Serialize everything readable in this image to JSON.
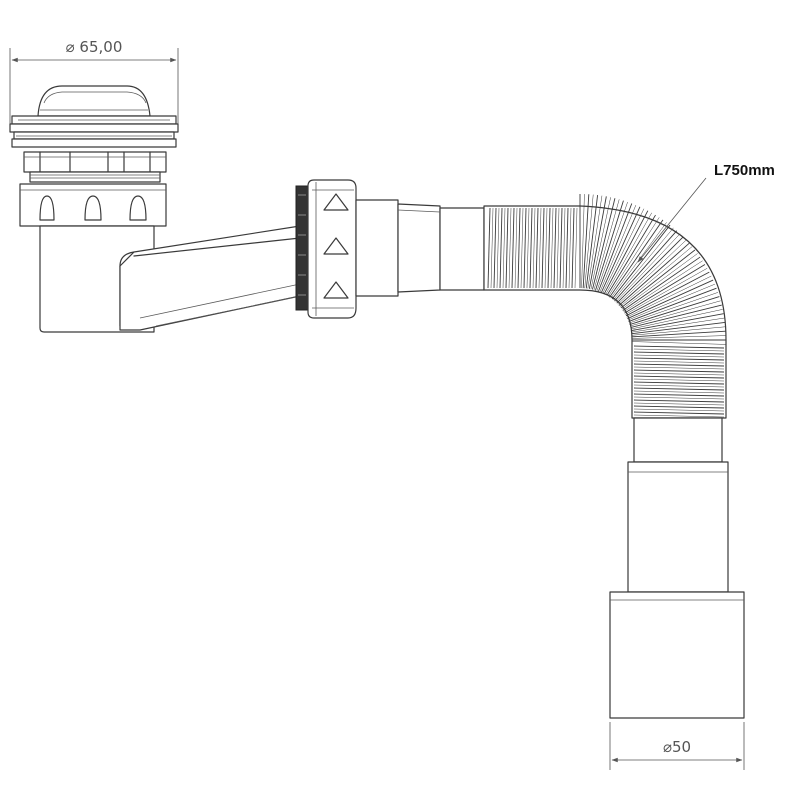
{
  "dimensions": {
    "trap_diameter": "⌀ 65,00",
    "outlet_diameter": "⌀50",
    "hose_length": "L750mm"
  }
}
